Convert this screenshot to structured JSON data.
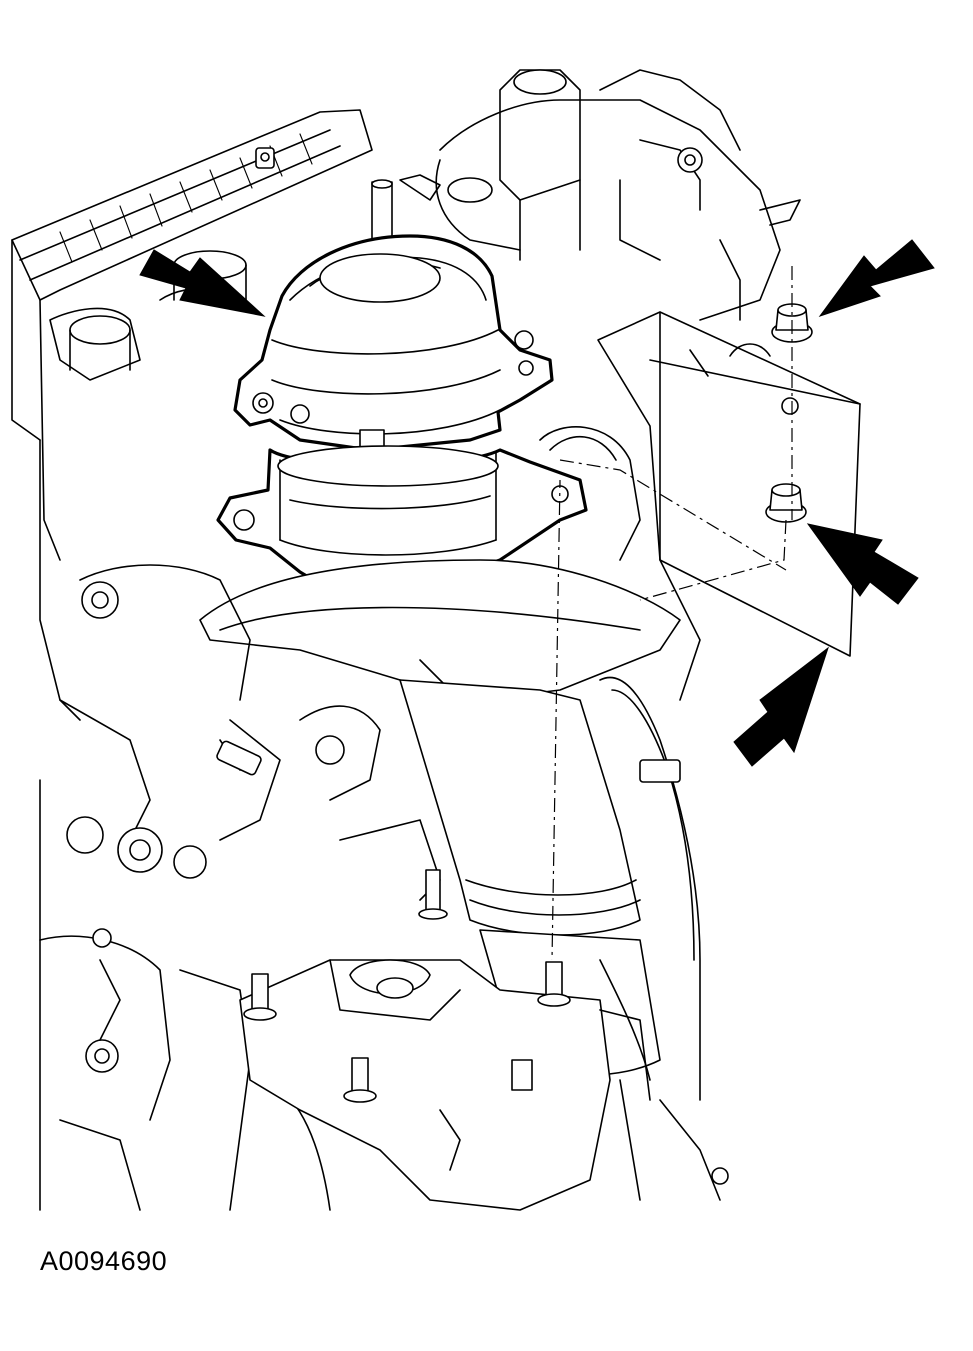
{
  "figure": {
    "code": "A0094690"
  },
  "colors": {
    "line": "#000000",
    "background": "#ffffff"
  },
  "callouts": [
    "arrow",
    "arrow",
    "arrow",
    "arrow"
  ]
}
